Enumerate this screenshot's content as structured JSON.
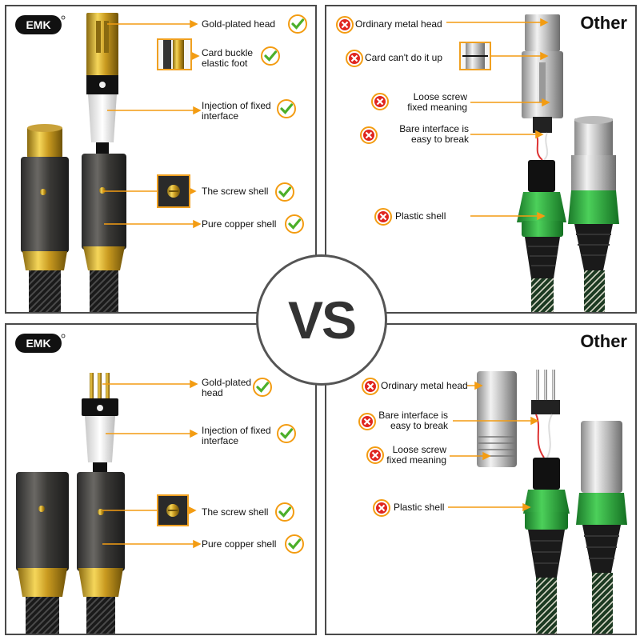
{
  "brand": "EMK",
  "vs_text": "VS",
  "other_label": "Other",
  "colors": {
    "accent_orange": "#f39c12",
    "check_green": "#4caf2a",
    "x_red": "#e0261f",
    "panel_border": "#4a4a4a"
  },
  "top_left": {
    "labels": [
      "Gold-plated head",
      "Card buckle elastic foot",
      "Injection of fixed interface",
      "The screw shell",
      "Pure copper shell"
    ]
  },
  "top_right": {
    "labels": [
      "Ordinary metal head",
      "Card can't do it up",
      "Loose screw fixed meaning",
      "Bare interface is easy to break",
      "Plastic shell"
    ]
  },
  "bottom_left": {
    "labels": [
      "Gold-plated head",
      "Injection of fixed interface",
      "The screw shell",
      "Pure copper shell"
    ]
  },
  "bottom_right": {
    "labels": [
      "Ordinary metal head",
      "Bare interface is easy to break",
      "Loose screw fixed meaning",
      "Plastic shell"
    ]
  },
  "icons": {
    "check": "check-circle-icon",
    "cross": "cross-circle-icon"
  }
}
